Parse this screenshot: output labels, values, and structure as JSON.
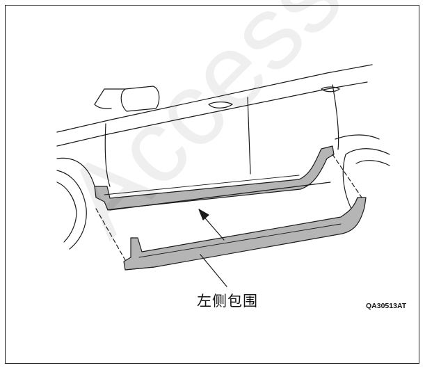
{
  "diagram": {
    "part_label": "左侧包围",
    "figure_code": "QA30513AT",
    "watermark": "Access"
  },
  "colors": {
    "line": "#1a1a1a",
    "part_fill": "#b5b5b5",
    "part_fill_dark": "#8f8f8f",
    "watermark": "#000000"
  }
}
